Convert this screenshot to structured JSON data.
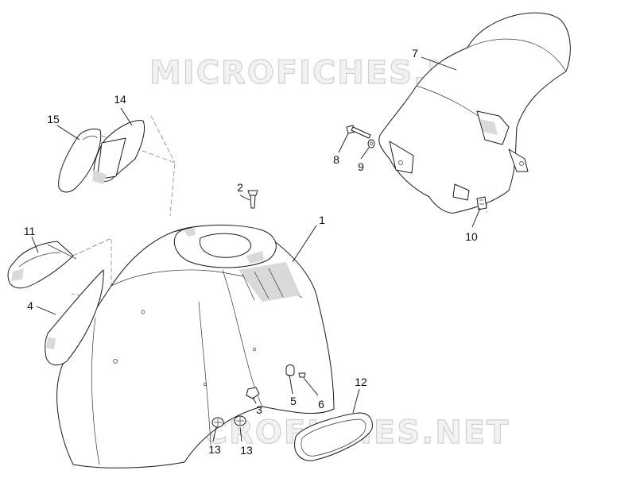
{
  "watermark": "MICROFICHES.NET",
  "callouts": {
    "c1": "1",
    "c2": "2",
    "c3": "3",
    "c4": "4",
    "c5": "5",
    "c6": "6",
    "c7": "7",
    "c8": "8",
    "c9": "9",
    "c10": "10",
    "c11": "11",
    "c12": "12",
    "c13a": "13",
    "c13b": "13",
    "c14": "14",
    "c15": "15"
  },
  "colors": {
    "line": "#1a1a1a",
    "shade": "#d9d9d9",
    "watermark_fill": "#f2f2f2",
    "watermark_stroke": "#d0d0d0"
  }
}
